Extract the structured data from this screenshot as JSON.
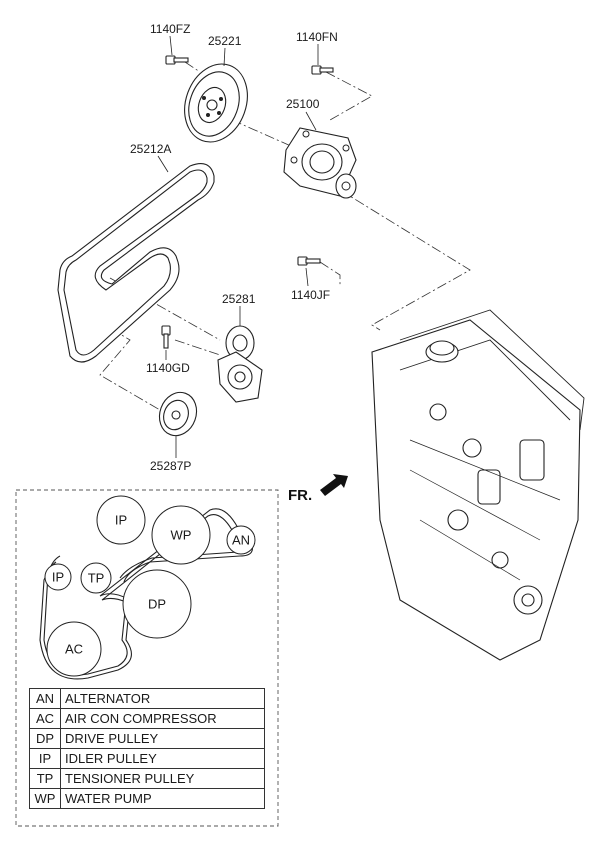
{
  "part_numbers": {
    "bolt_top_left": "1140FZ",
    "water_pump_pulley": "25221",
    "bolt_top_right": "1140FN",
    "water_pump": "25100",
    "belt": "25212A",
    "bolt_mid_right": "1140JF",
    "tensioner": "25281",
    "bolt_mid_left": "1140GD",
    "idler_pulley": "25287P"
  },
  "front_marker": "FR.",
  "belt_layout": {
    "circles": [
      {
        "key": "IP",
        "label": "IP"
      },
      {
        "key": "WP",
        "label": "WP"
      },
      {
        "key": "AN",
        "label": "AN"
      },
      {
        "key": "IP2",
        "label": "IP"
      },
      {
        "key": "TP",
        "label": "TP"
      },
      {
        "key": "DP",
        "label": "DP"
      },
      {
        "key": "AC",
        "label": "AC"
      }
    ]
  },
  "legend": [
    {
      "abbr": "AN",
      "name": "ALTERNATOR"
    },
    {
      "abbr": "AC",
      "name": "AIR CON COMPRESSOR"
    },
    {
      "abbr": "DP",
      "name": "DRIVE PULLEY"
    },
    {
      "abbr": "IP",
      "name": "IDLER PULLEY"
    },
    {
      "abbr": "TP",
      "name": "TENSIONER PULLEY"
    },
    {
      "abbr": "WP",
      "name": "WATER PUMP"
    }
  ]
}
